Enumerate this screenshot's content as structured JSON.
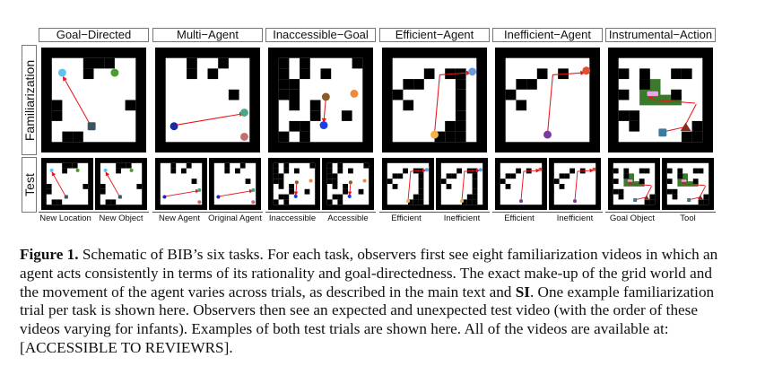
{
  "row_labels": {
    "familiarization": "Familiarization",
    "test": "Test"
  },
  "tasks": [
    {
      "title": "Goal−Directed",
      "test_labels": [
        "New Location",
        "New Object"
      ]
    },
    {
      "title": "Multi−Agent",
      "test_labels": [
        "New Agent",
        "Original Agent"
      ]
    },
    {
      "title": "Inaccessible−Goal",
      "test_labels": [
        "Inaccessible",
        "Accessible"
      ]
    },
    {
      "title": "Efficient−Agent",
      "test_labels": [
        "Efficient",
        "Inefficient"
      ]
    },
    {
      "title": "Inefficient−Agent",
      "test_labels": [
        "Efficient",
        "Inefficient"
      ]
    },
    {
      "title": "Instrumental−Action",
      "test_labels": [
        "Goal Object",
        "Tool"
      ]
    }
  ],
  "caption": {
    "label": "Figure 1.",
    "text": " Schematic of BIB’s six tasks. For each task, observers first see eight familiarization videos in which an agent acts consistently in terms of its rationality and goal-directedness. The exact make-up of the grid world and the movement of the agent varies across trials, as described in the main text and ",
    "bold_ref": "SI",
    "text2": ". One example familiarization trial per task is shown here. Observers then see an expected and unexpected test video (with the order of these videos varying for infants). Examples of both test trials are shown here. All of the videos are available at: [ACCESSIBLE TO REVIEWRS]."
  },
  "colors": {
    "arrow": "#e8161b",
    "wall": "#000000",
    "floor": "#ffffff",
    "barrier": "#3b7a2a"
  }
}
